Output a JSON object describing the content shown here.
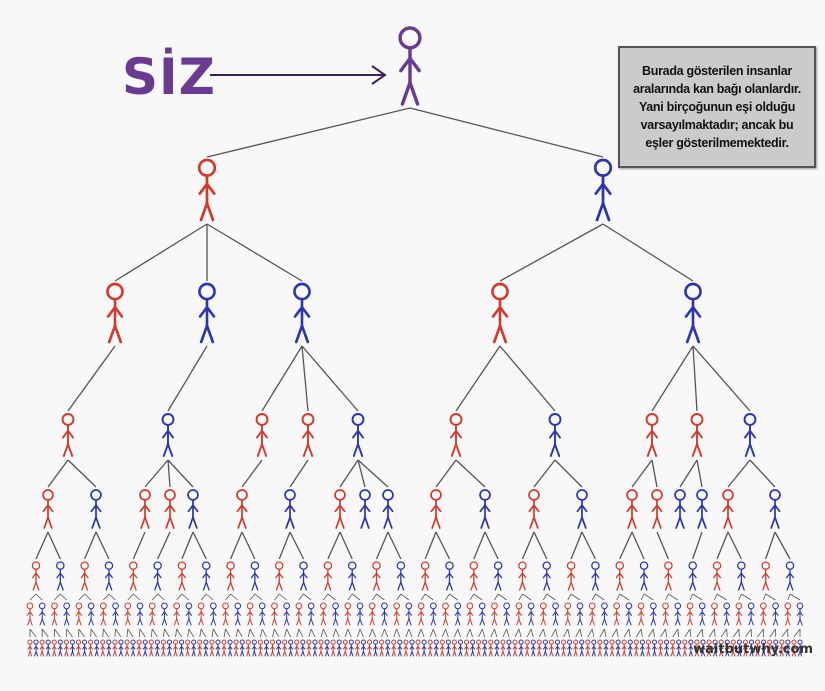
{
  "you_label": "SİZ",
  "note": {
    "lines": [
      "Burada gösterilen insanlar",
      "aralarında kan bağı olanlardır.",
      "Yani birçoğunun eşi olduğu",
      "varsayılmaktadır; ancak bu",
      "eşler gösterilmemektedir."
    ]
  },
  "watermark": "waitbutwhy.com",
  "colors": {
    "you": "#6b3a93",
    "female": "#d33a2c",
    "male": "#2b35b0",
    "line": "#555555",
    "note_bg": "#cbcbcb"
  },
  "tree_levels": [
    {
      "colors": [
        "you"
      ]
    },
    {
      "colors": [
        "female",
        "male"
      ]
    },
    {
      "colors": [
        "female",
        "male",
        "male",
        "female",
        "male"
      ]
    },
    {
      "colors": [
        "female",
        "male",
        "female",
        "female",
        "male",
        "female",
        "male",
        "female",
        "female",
        "male"
      ]
    },
    {
      "colors": [
        "female",
        "male",
        "female",
        "female",
        "male",
        "female",
        "male",
        "female",
        "male",
        "male",
        "female",
        "male",
        "female",
        "male",
        "female",
        "female",
        "male",
        "male",
        "female",
        "male"
      ]
    },
    {
      "pattern": [
        "female",
        "male"
      ],
      "count": 32
    },
    {
      "pattern": [
        "female",
        "male"
      ],
      "count": 64
    },
    {
      "pattern": [
        "female",
        "male"
      ],
      "count": 128
    }
  ]
}
